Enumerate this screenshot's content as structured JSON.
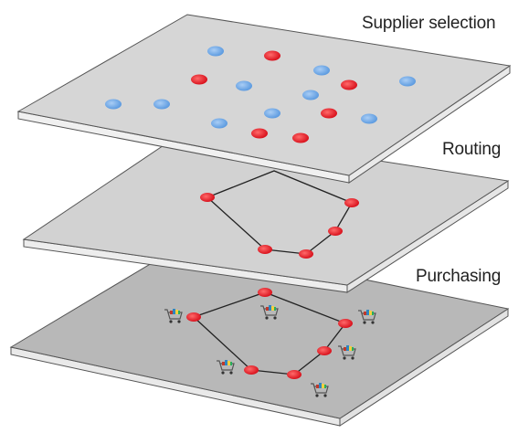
{
  "labels": {
    "supplier_selection": "Supplier selection",
    "routing": "Routing",
    "purchasing": "Purchasing"
  },
  "icons": {
    "shopping_cart": "shopping-cart-icon"
  },
  "colors": {
    "supplier_node": "#e8242f",
    "candidate_node": "#6fa8e6",
    "route_line": "#222222",
    "top_plane": "#d6d6d6",
    "middle_plane": "#d2d2d2",
    "bottom_plane": "#b8b8b8"
  }
}
